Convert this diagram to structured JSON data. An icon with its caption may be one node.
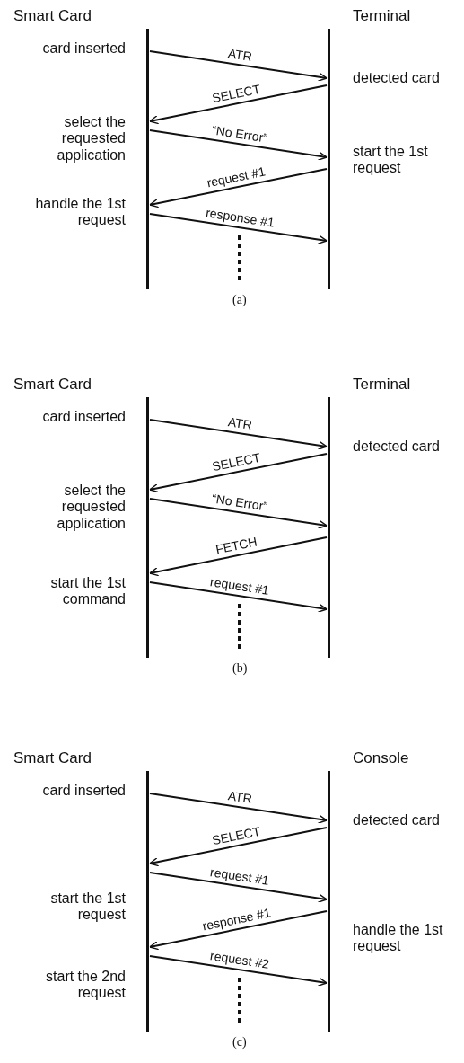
{
  "diagram": {
    "nodes": [
      {
        "text": [
          "Smart Card"
        ]
      },
      {
        "text": [
          "Terminal"
        ]
      },
      {
        "text": [
          "Smart Card"
        ]
      },
      {
        "text": [
          "Terminal"
        ]
      },
      {
        "text": [
          "Smart Card"
        ]
      },
      {
        "text": [
          "Console"
        ]
      }
    ],
    "edges": [
      {
        "from": 0,
        "to": 1,
        "arrow": "to",
        "label": "ATR"
      },
      {
        "from": 1,
        "to": 0,
        "arrow": "to",
        "label": "SELECT"
      },
      {
        "from": 0,
        "to": 1,
        "arrow": "to",
        "label": "“No Error”"
      },
      {
        "from": 1,
        "to": 0,
        "arrow": "to",
        "label": "request #1"
      },
      {
        "from": 0,
        "to": 1,
        "arrow": "to",
        "label": "response #1"
      },
      {
        "from": 2,
        "to": 3,
        "arrow": "to",
        "label": "ATR"
      },
      {
        "from": 3,
        "to": 2,
        "arrow": "to",
        "label": "SELECT"
      },
      {
        "from": 2,
        "to": 3,
        "arrow": "to",
        "label": "“No Error”"
      },
      {
        "from": 3,
        "to": 2,
        "arrow": "to",
        "label": "FETCH"
      },
      {
        "from": 2,
        "to": 3,
        "arrow": "to",
        "label": "request #1"
      },
      {
        "from": 4,
        "to": 5,
        "arrow": "to",
        "label": "ATR"
      },
      {
        "from": 5,
        "to": 4,
        "arrow": "to",
        "label": "SELECT"
      },
      {
        "from": 4,
        "to": 5,
        "arrow": "to",
        "label": "request #1"
      },
      {
        "from": 5,
        "to": 4,
        "arrow": "to",
        "label": "response #1"
      },
      {
        "from": 4,
        "to": 5,
        "arrow": "to",
        "label": "request #2"
      }
    ],
    "labels": [
      "card inserted",
      "detected card",
      "select the requested application",
      "start the 1st request",
      "handle the 1st request",
      "(a)",
      "card inserted",
      "detected card",
      "select the requested application",
      "start the 1st command",
      "(b)",
      "card inserted",
      "detected card",
      "start the 1st request",
      "handle the 1st request",
      "start the 2nd request",
      "(c)"
    ]
  }
}
